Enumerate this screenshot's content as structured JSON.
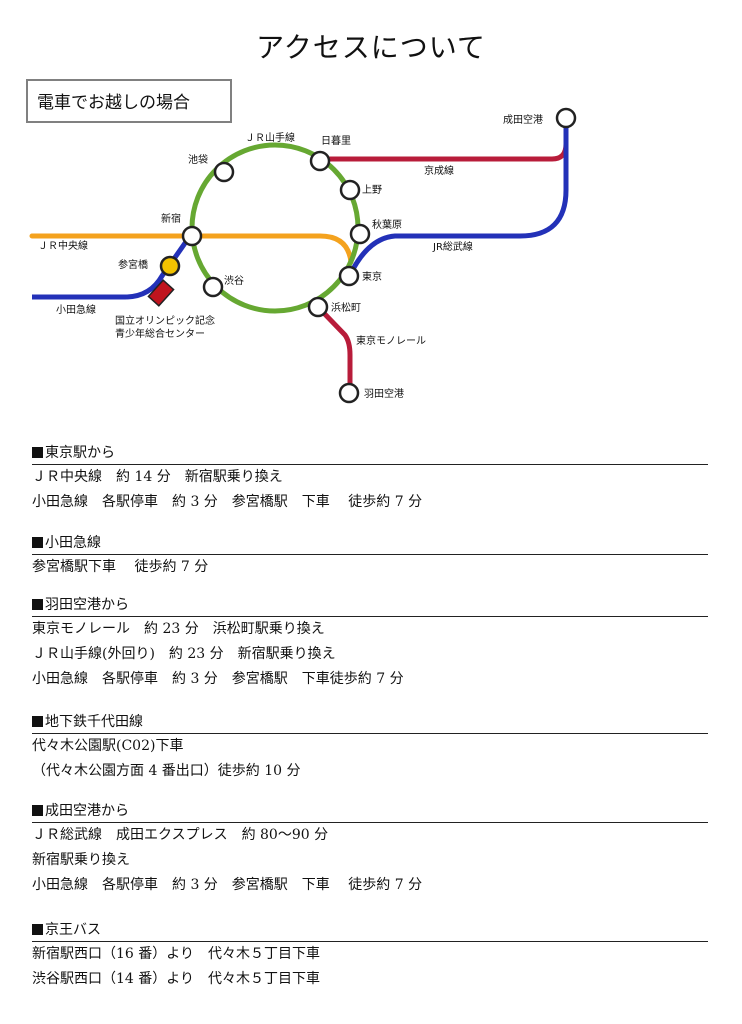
{
  "page": {
    "title": "アクセスについて"
  },
  "map": {
    "title": "電車でお越しの場合",
    "colors": {
      "yamanote": "#66a832",
      "chuo": "#f4a21e",
      "sobu": "#2331b8",
      "keisei": "#b81c3a",
      "odakyu": "#2331b8",
      "monorail": "#b81c3a",
      "center": "#c0141e",
      "sangubashi": "#f2c200"
    },
    "stations": {
      "ikebukuro": "池袋",
      "nippori": "日暮里",
      "ueno": "上野",
      "akihabara": "秋葉原",
      "tokyo": "東京",
      "hamamatsucho": "浜松町",
      "shibuya": "渋谷",
      "shinjuku": "新宿",
      "sangubashi": "参宮橋",
      "narita": "成田空港",
      "haneda": "羽田空港"
    },
    "lines": {
      "yamanote": "ＪＲ山手線",
      "keisei": "京成線",
      "chuo": "ＪＲ中央線",
      "sobu": "JR総武線",
      "odakyu": "小田急線",
      "monorail": "東京モノレール"
    },
    "center": {
      "line1": "国立オリンピック記念",
      "line2": "青少年総合センター"
    }
  },
  "routes": [
    {
      "heading": "東京駅から",
      "lines": [
        "ＪＲ中央線　約 14 分　新宿駅乗り換え",
        "小田急線　各駅停車　約 3 分　参宮橋駅　下車　 徒歩約 7 分"
      ]
    },
    {
      "heading": "小田急線",
      "lines": [
        "参宮橋駅下車　 徒歩約 7 分"
      ]
    },
    {
      "heading": "羽田空港から",
      "lines": [
        "東京モノレール　約 23 分　浜松町駅乗り換え",
        "ＪＲ山手線(外回り)　約 23 分　新宿駅乗り換え",
        "小田急線　各駅停車　約 3 分　参宮橋駅　下車徒歩約 7 分"
      ]
    },
    {
      "heading": "地下鉄千代田線",
      "lines": [
        "代々木公園駅(C02)下車",
        "（代々木公園方面 4 番出口）徒歩約 10 分"
      ]
    },
    {
      "heading": "成田空港から",
      "lines": [
        "ＪＲ総武線　成田エクスプレス　約 80～90 分",
        "新宿駅乗り換え",
        "小田急線　各駅停車　約 3 分　参宮橋駅　下車　 徒歩約 7 分"
      ]
    },
    {
      "heading": "京王バス",
      "lines": [
        "新宿駅西口（16 番）より　代々木５丁目下車",
        "渋谷駅西口（14 番）より　代々木５丁目下車"
      ]
    }
  ]
}
